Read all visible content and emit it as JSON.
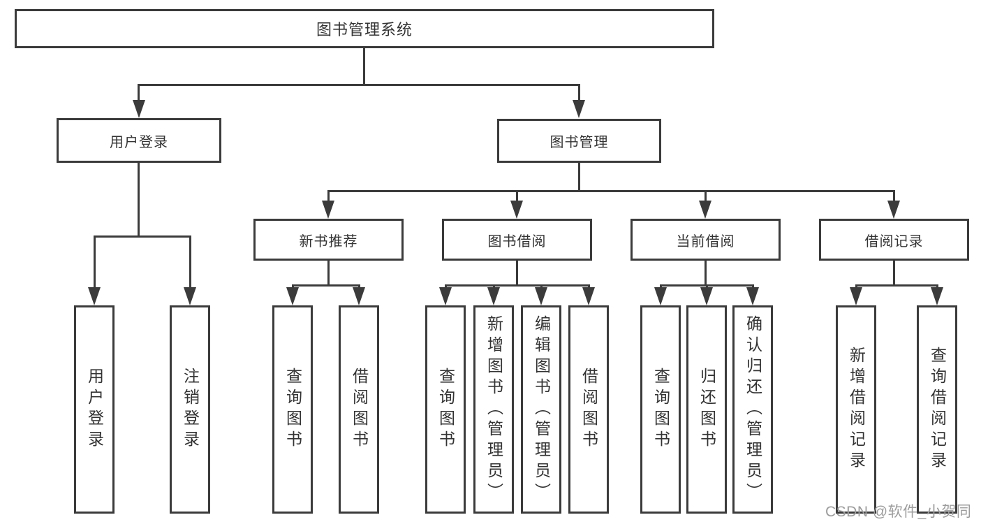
{
  "colors": {
    "line": "#3b3b3b",
    "text": "#333333",
    "watermark": "#9c9c9c",
    "background": "#ffffff"
  },
  "watermark": "CSDN @软件_小贺同学",
  "tree": {
    "label": "图书管理系统",
    "children": [
      {
        "label": "用户登录",
        "children": [
          {
            "label": "用户登录"
          },
          {
            "label": "注销登录"
          }
        ]
      },
      {
        "label": "图书管理",
        "children": [
          {
            "label": "新书推荐",
            "children": [
              {
                "label": "查询图书"
              },
              {
                "label": "借阅图书"
              }
            ]
          },
          {
            "label": "图书借阅",
            "children": [
              {
                "label": "查询图书"
              },
              {
                "label": "新增图书（管理员）"
              },
              {
                "label": "编辑图书（管理员）"
              },
              {
                "label": "借阅图书"
              }
            ]
          },
          {
            "label": "当前借阅",
            "children": [
              {
                "label": "查询图书"
              },
              {
                "label": "归还图书"
              },
              {
                "label": "确认归还（管理员）"
              }
            ]
          },
          {
            "label": "借阅记录",
            "children": [
              {
                "label": "新增借阅记录"
              },
              {
                "label": "查询借阅记录"
              }
            ]
          }
        ]
      }
    ]
  }
}
